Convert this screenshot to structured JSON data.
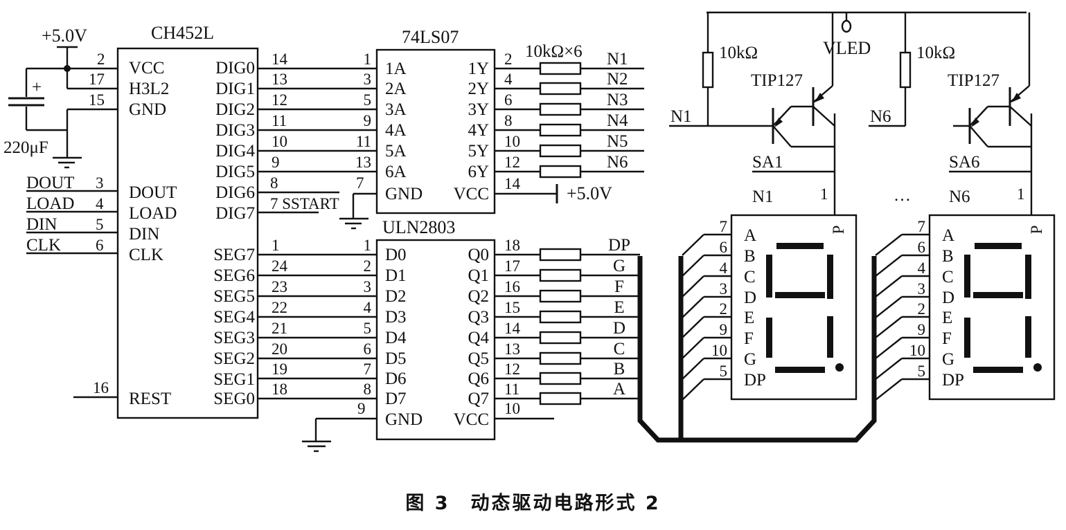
{
  "caption": "图 3　动态驱动电路形式 2",
  "power": {
    "vcc_label": "+5.0V",
    "vcc_label_74": "+5.0V",
    "cap_value": "220μF",
    "cap_polarity": "+",
    "vled_label": "VLED"
  },
  "ch452": {
    "name": "CH452L",
    "left_pins": [
      {
        "num": "2",
        "name": "VCC"
      },
      {
        "num": "17",
        "name": "H3L2"
      },
      {
        "num": "15",
        "name": "GND"
      },
      {
        "num": "3",
        "name": "DOUT",
        "net": "DOUT"
      },
      {
        "num": "4",
        "name": "LOAD",
        "net": "LOAD"
      },
      {
        "num": "5",
        "name": "DIN",
        "net": "DIN"
      },
      {
        "num": "6",
        "name": "CLK",
        "net": "CLK"
      },
      {
        "num": "16",
        "name": "REST"
      }
    ],
    "dig_pins": [
      {
        "num": "14",
        "name": "DIG0"
      },
      {
        "num": "13",
        "name": "DIG1"
      },
      {
        "num": "12",
        "name": "DIG2"
      },
      {
        "num": "11",
        "name": "DIG3"
      },
      {
        "num": "10",
        "name": "DIG4"
      },
      {
        "num": "9",
        "name": "DIG5"
      },
      {
        "num": "8",
        "name": "DIG6"
      },
      {
        "num": "7 SSTART",
        "name": "DIG7"
      }
    ],
    "seg_pins": [
      {
        "num": "1",
        "name": "SEG7"
      },
      {
        "num": "24",
        "name": "SEG6"
      },
      {
        "num": "23",
        "name": "SEG5"
      },
      {
        "num": "22",
        "name": "SEG4"
      },
      {
        "num": "21",
        "name": "SEG3"
      },
      {
        "num": "20",
        "name": "SEG2"
      },
      {
        "num": "19",
        "name": "SEG1"
      },
      {
        "num": "18",
        "name": "SEG0"
      }
    ]
  },
  "ls07": {
    "name": "74LS07",
    "inputs": [
      {
        "num": "1",
        "name": "1A"
      },
      {
        "num": "3",
        "name": "2A"
      },
      {
        "num": "5",
        "name": "3A"
      },
      {
        "num": "9",
        "name": "4A"
      },
      {
        "num": "11",
        "name": "5A"
      },
      {
        "num": "13",
        "name": "6A"
      }
    ],
    "outputs": [
      {
        "num": "2",
        "name": "1Y",
        "net": "N1"
      },
      {
        "num": "4",
        "name": "2Y",
        "net": "N2"
      },
      {
        "num": "6",
        "name": "3Y",
        "net": "N3"
      },
      {
        "num": "8",
        "name": "4Y",
        "net": "N4"
      },
      {
        "num": "10",
        "name": "5Y",
        "net": "N5"
      },
      {
        "num": "12",
        "name": "6Y",
        "net": "N6"
      }
    ],
    "gnd": {
      "num": "7",
      "name": "GND"
    },
    "vcc": {
      "num": "14",
      "name": "VCC"
    },
    "resistor_label": "10kΩ×6"
  },
  "uln": {
    "name": "ULN2803",
    "inputs": [
      {
        "num": "1",
        "name": "D0"
      },
      {
        "num": "2",
        "name": "D1"
      },
      {
        "num": "3",
        "name": "D2"
      },
      {
        "num": "4",
        "name": "D3"
      },
      {
        "num": "5",
        "name": "D4"
      },
      {
        "num": "6",
        "name": "D5"
      },
      {
        "num": "7",
        "name": "D6"
      },
      {
        "num": "8",
        "name": "D7"
      }
    ],
    "outputs": [
      {
        "num": "18",
        "name": "Q0",
        "net": "DP"
      },
      {
        "num": "17",
        "name": "Q1",
        "net": "G"
      },
      {
        "num": "16",
        "name": "Q2",
        "net": "F"
      },
      {
        "num": "15",
        "name": "Q3",
        "net": "E"
      },
      {
        "num": "14",
        "name": "Q4",
        "net": "D"
      },
      {
        "num": "13",
        "name": "Q5",
        "net": "C"
      },
      {
        "num": "12",
        "name": "Q6",
        "net": "B"
      },
      {
        "num": "11",
        "name": "Q7",
        "net": "A"
      }
    ],
    "gnd": {
      "num": "9",
      "name": "GND"
    },
    "vcc": {
      "num": "10",
      "name": "VCC"
    }
  },
  "drivers": [
    {
      "base_net": "N1",
      "resistor": "10kΩ",
      "transistor": "TIP127",
      "switch": "SA1",
      "digit_net": "N1",
      "common_pin": "1"
    },
    {
      "base_net": "N6",
      "resistor": "10kΩ",
      "transistor": "TIP127",
      "switch": "SA6",
      "digit_net": "N6",
      "common_pin": "1"
    }
  ],
  "ellipsis": "…",
  "display": {
    "segments": [
      {
        "pin": "7",
        "name": "A"
      },
      {
        "pin": "6",
        "name": "B"
      },
      {
        "pin": "4",
        "name": "C"
      },
      {
        "pin": "3",
        "name": "D"
      },
      {
        "pin": "2",
        "name": "E"
      },
      {
        "pin": "9",
        "name": "F"
      },
      {
        "pin": "10",
        "name": "G"
      },
      {
        "pin": "5",
        "name": "DP"
      }
    ],
    "corner_label": "P"
  }
}
